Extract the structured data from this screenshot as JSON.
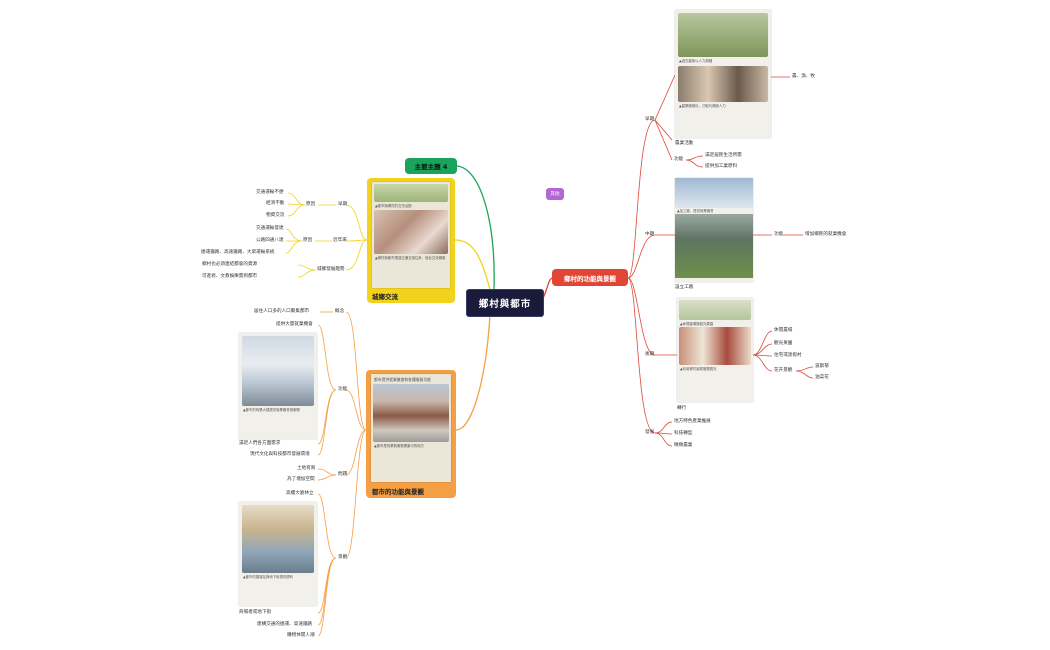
{
  "center": {
    "title": "鄉村與都市"
  },
  "green_topic": {
    "label": "主要主題 4"
  },
  "purple_tag": {
    "label": "其他"
  },
  "rural": {
    "title": "鄉村的功能與景觀",
    "primary": {
      "label": "早期",
      "photo_caption_top": "▲過去農家以人力耕種",
      "photo_caption_bottom": "▲農業機械化，已取代傳統人力",
      "right_label": "農、漁、牧",
      "below_label": "農業活動",
      "function_label": "功能",
      "function_items": [
        "滿足居民生活所需",
        "提供加工業原料"
      ]
    },
    "secondary": {
      "label": "中期",
      "photo_caption": "▲加工廠，提供就業機會",
      "right_label_1": "功能",
      "right_label_2": "增加鄉民的就業機會",
      "below_label": "設立工廠"
    },
    "tertiary": {
      "label": "後期",
      "photo_caption_top": "▲休閒農場與觀光果園",
      "photo_caption_bottom": "▲利用鄉村景觀發展觀光",
      "items": [
        "休閒農場",
        "觀光果園",
        "住宅或渡假村",
        "花卉景觀"
      ],
      "flower_items": [
        "波斯菊",
        "油菜花"
      ],
      "below_label": "轉行"
    },
    "future": {
      "label": "發展",
      "items": [
        "地方特色產業推展",
        "科技轉型",
        "精緻農業"
      ]
    }
  },
  "exchange": {
    "title": "城鄉交流",
    "photo_caption_top": "▲都市與鄉村的交流活動",
    "photo_caption_bottom": "▲鄉村與都市透過交通互相往來，彼此交流頻繁",
    "early": {
      "label": "早期",
      "reason_label": "原因",
      "reasons": [
        "交通運輸不便",
        "經濟不動",
        "物資交流"
      ]
    },
    "recent": {
      "label": "近年來",
      "reason_label": "原因",
      "reasons": [
        "交通運輸發達",
        "公路四通八達",
        "捷運鐵路、高速鐵路、大眾運輸系統"
      ]
    },
    "connect": {
      "label": "城鄉發展趨勢",
      "items": [
        "鄉村也必須連結都會的資源",
        "可進修、文教娛樂需到都市"
      ]
    }
  },
  "city": {
    "title": "都市的功能與景觀",
    "photo_caption_top": "都市提供就業機會和各種服務功能",
    "photo_caption_bottom": "▲都市是商業與服務業集中的地方",
    "definition": {
      "label": "概念",
      "text": "居住人口多的人口聚集都市"
    },
    "function": {
      "label": "功能",
      "top_item": "提供大量就業機會",
      "photo_caption": "▲都市的商業大樓提供就業機會與服務",
      "mid_item": "滿足人們各方面需求",
      "bottom_item": "現代文化與科技都市發展環境"
    },
    "problem": {
      "label": "問題",
      "items": [
        "土地有限",
        "為了增加空間"
      ]
    },
    "landscape": {
      "label": "景觀",
      "top_item": "高樓大廈林立",
      "photo_caption": "▲都市的捷運站與地下街提供便利",
      "items": [
        "商場者或地下街",
        "建構交通的捷運、高速鐵路",
        "購物休閒人潮"
      ]
    }
  },
  "colors": {
    "red": "#e04535",
    "yellow": "#f2d21c",
    "orange": "#f59f45",
    "green": "#1aa35a",
    "navy": "#1a1a3a",
    "purple": "#b566d6"
  }
}
